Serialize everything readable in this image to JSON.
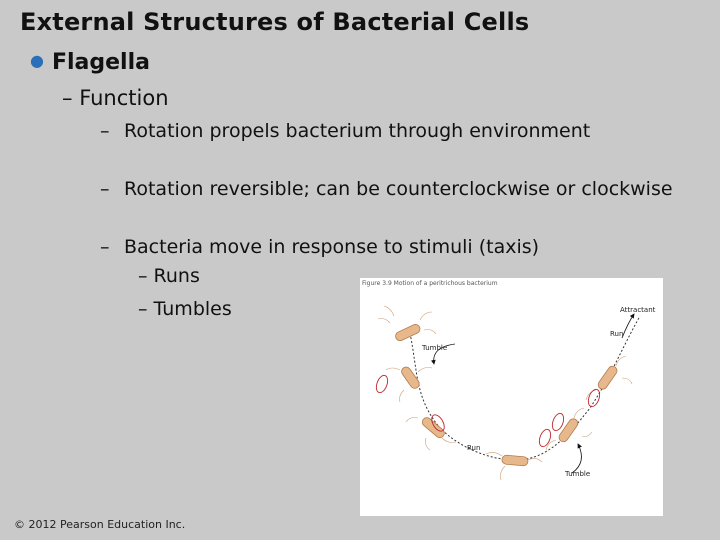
{
  "slide": {
    "title": "External Structures of Bacterial Cells",
    "level1": "Flagella",
    "level2": "Function",
    "level3": [
      "Rotation propels bacterium through environment",
      "Rotation reversible; can be counterclockwise or clockwise",
      "Bacteria move in response to stimuli (taxis)"
    ],
    "level4": [
      "Runs",
      "Tumbles"
    ],
    "dash": "–",
    "copyright": "© 2012 Pearson Education Inc."
  },
  "figure": {
    "caption": "Figure 3.9  Motion of a peritrichous bacterium",
    "labels": {
      "attractant": "Attractant",
      "run_top": "Run",
      "tumble_top": "Tumble",
      "run_bottom": "Run",
      "tumble_bottom": "Tumble"
    }
  }
}
